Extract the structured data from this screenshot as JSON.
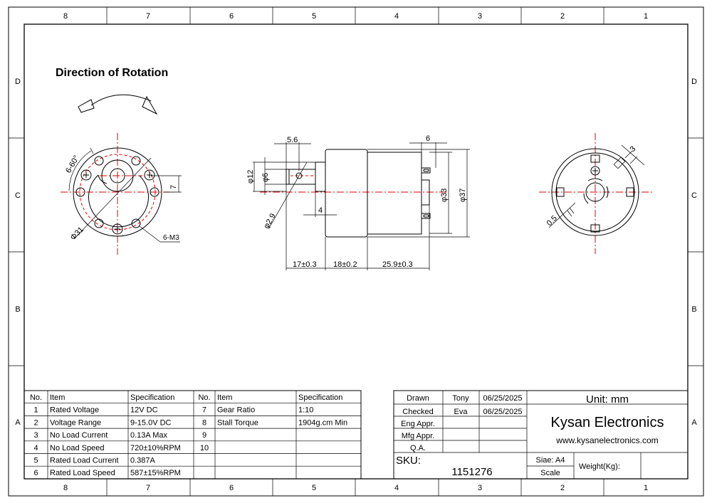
{
  "title": "Direction of Rotation",
  "zones": {
    "columns": [
      "8",
      "7",
      "6",
      "5",
      "4",
      "3",
      "2",
      "1"
    ],
    "rows": [
      "D",
      "C",
      "B",
      "A"
    ]
  },
  "colors": {
    "centerline": "#e00000",
    "line": "#000000"
  },
  "front_view": {
    "angle": "6-60°",
    "offset": "7",
    "diameter": "Φ31",
    "holes": "6-M3"
  },
  "side_view": {
    "d_shaft_flat": "5.6",
    "d_terminal": "6",
    "phi12": "φ12",
    "phi6": "φ6",
    "phi2_9": "φ2.9",
    "boss": "4",
    "phi33": "φ33",
    "phi37": "φ37",
    "len_shaft": "17±0.3",
    "len_gearbox": "18±0.2",
    "len_motor": "25.9±0.3"
  },
  "rear_view": {
    "terminal_width": "3",
    "gap": "0.5"
  },
  "spec_table": {
    "headers": [
      "No.",
      "Item",
      "Specification",
      "No.",
      "Item",
      "Specification"
    ],
    "rows": [
      [
        "1",
        "Rated Voltage",
        "12V DC",
        "7",
        "Gear Ratio",
        "1:10"
      ],
      [
        "2",
        "Voltage Range",
        "9-15.0V DC",
        "8",
        "Stall Torque",
        "1904g.cm Min"
      ],
      [
        "3",
        "No Load Current",
        "0.13A Max",
        "9",
        "",
        ""
      ],
      [
        "4",
        "No Load Speed",
        "720±10%RPM",
        "10",
        "",
        ""
      ],
      [
        "5",
        "Rated Load Current",
        "0.387A",
        "",
        "",
        ""
      ],
      [
        "6",
        "Rated Load Speed",
        "587±15%RPM",
        "",
        "",
        ""
      ]
    ]
  },
  "title_block": {
    "rows": [
      [
        "Drawn",
        "Tony",
        "06/25/2025"
      ],
      [
        "Checked",
        "Eva",
        "06/25/2025"
      ],
      [
        "Eng Appr.",
        "",
        ""
      ],
      [
        "Mfg Appr.",
        "",
        ""
      ],
      [
        "Q.A.",
        "",
        ""
      ]
    ],
    "unit": "Unit: mm",
    "company": "Kysan Electronics",
    "website": "www.kysanelectronics.com",
    "sku_label": "SKU:",
    "sku": "1151276",
    "size": "Siae: A4",
    "scale": "Scale",
    "weight": "Weight(Kg):"
  }
}
